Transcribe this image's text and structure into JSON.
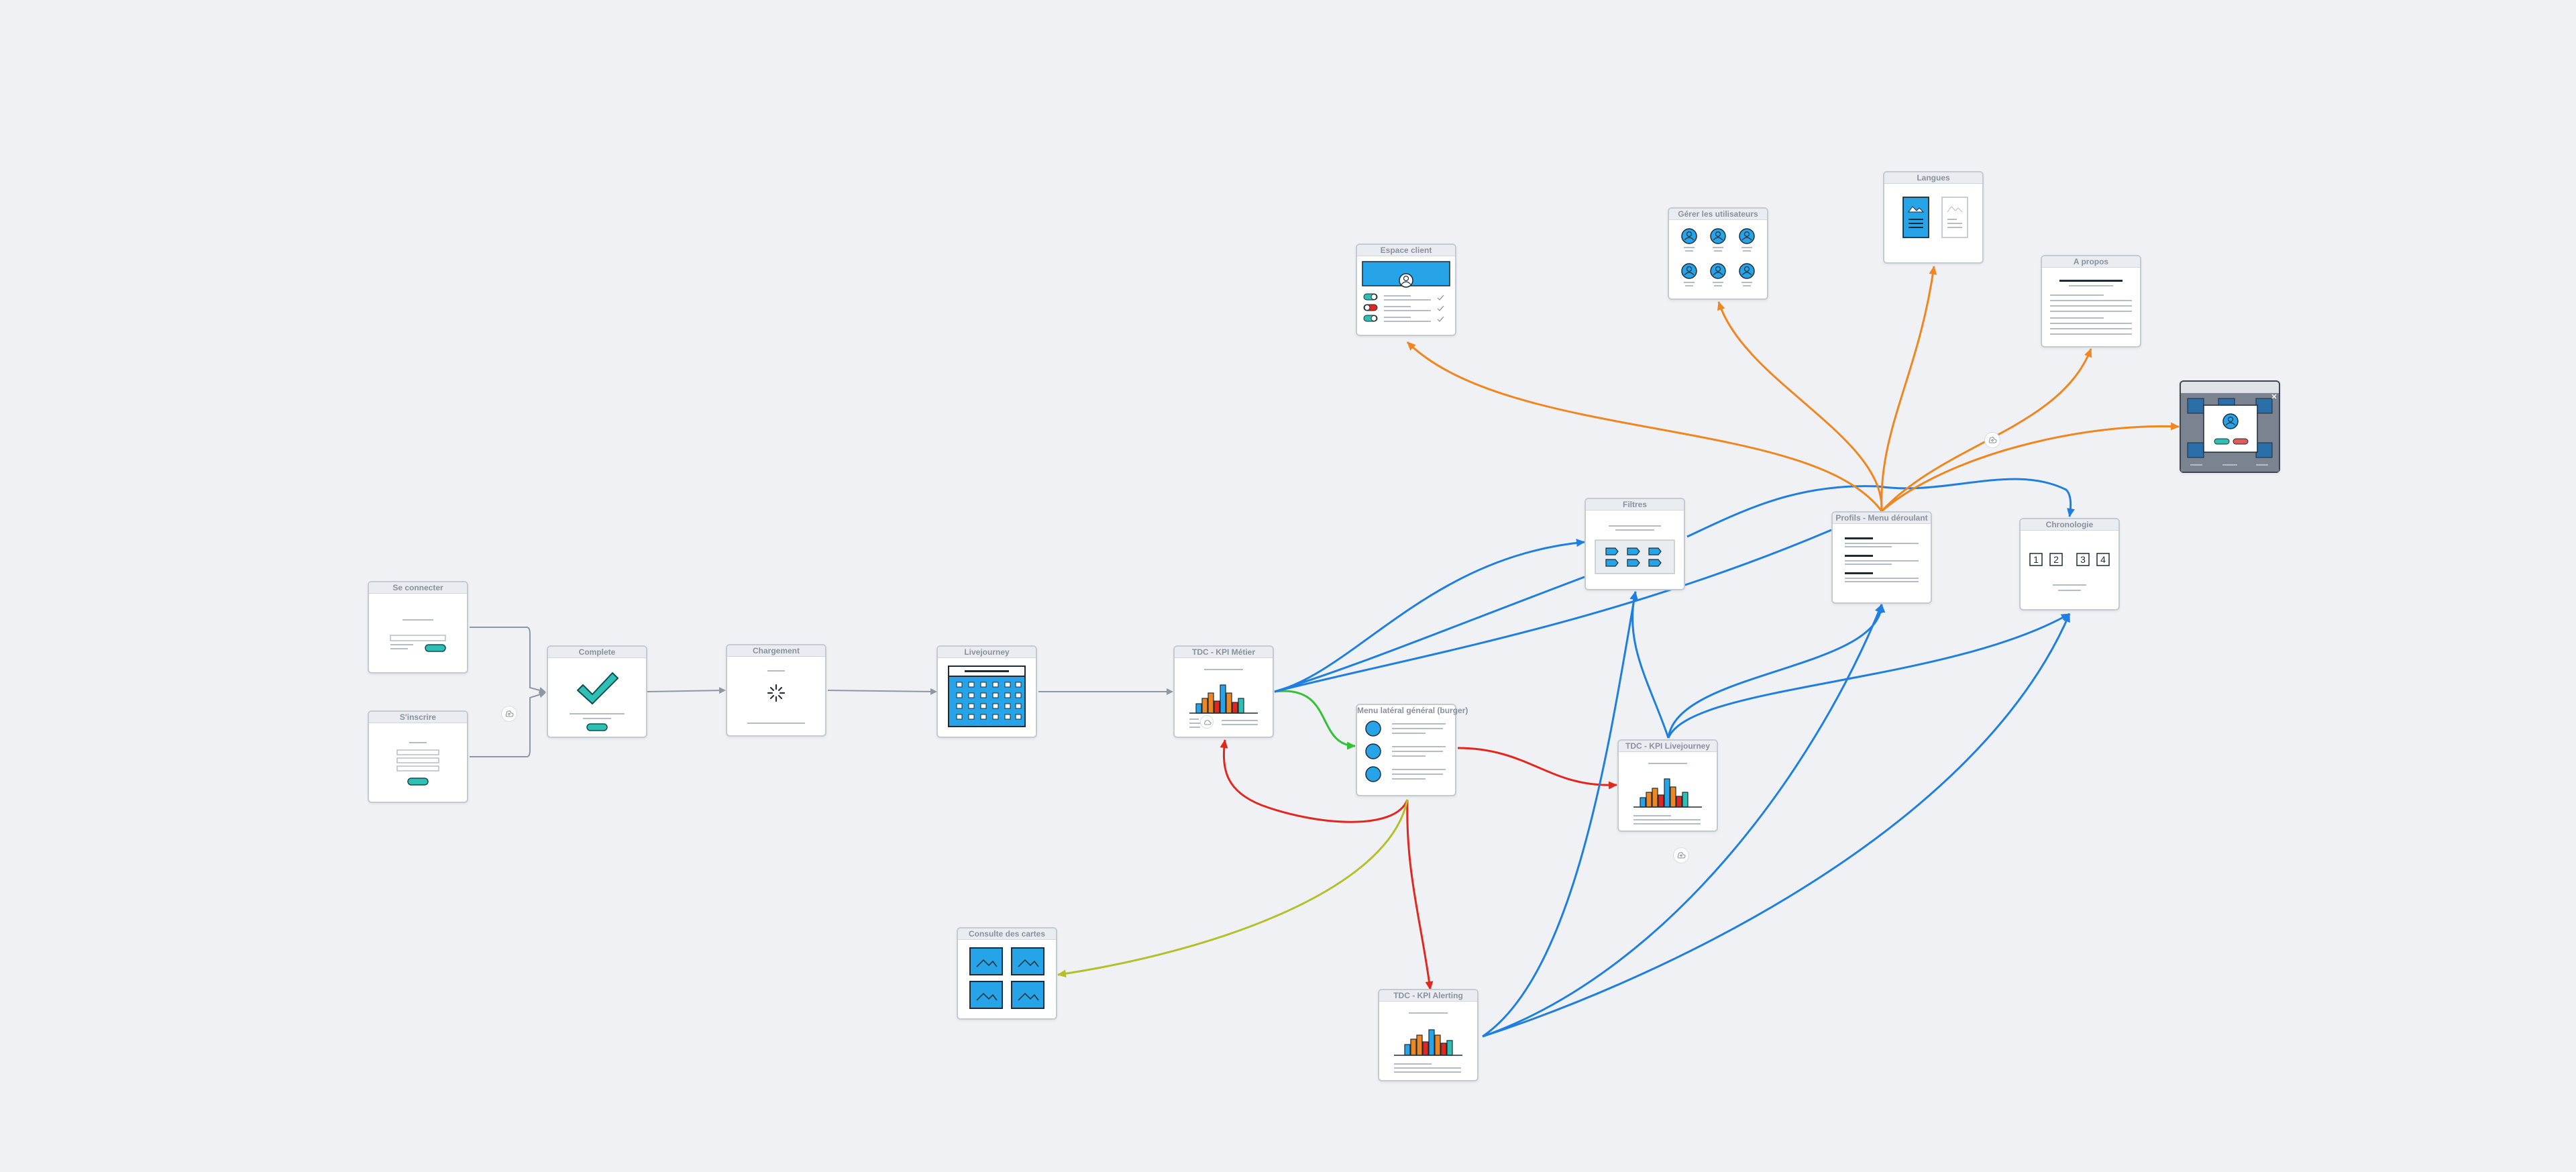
{
  "diagram": {
    "screens": {
      "se_connecter": "Se connecter",
      "sinscrire": "S'inscrire",
      "complete": "Complete",
      "chargement": "Chargement",
      "livejourney": "Livejourney",
      "tdc_kpi_metier": "TDC - KPI Métier",
      "menu_lateral": "Menu latéral général (burger)",
      "consulte_cartes": "Consulte des cartes",
      "tdc_kpi_alerting": "TDC - KPI Alerting",
      "espace_client": "Espace client",
      "filtres": "Filtres",
      "tdc_kpi_livejourney": "TDC - KPI Livejourney",
      "gerer_utilisateurs": "Gérer les utilisateurs",
      "langues": "Langues",
      "profils_menu": "Profils - Menu déroulant",
      "a_propos": "A propos",
      "chronologie": "Chronologie",
      "modal_overlay": ""
    },
    "chronologie_numbers": [
      "1",
      "2",
      "3",
      "4"
    ],
    "edge_colors": {
      "flow": "#8f97a3",
      "navigation": "#1f7fe0",
      "profile": "#f0861f",
      "burger_primary": "#e2271f",
      "burger_secondary": "#b3c02a",
      "menu_link": "#33c233"
    },
    "icons": {
      "marker": "cloud-icon",
      "check": "check-icon",
      "spinner": "spinner-icon",
      "avatar": "user-icon",
      "image": "image-icon"
    }
  }
}
